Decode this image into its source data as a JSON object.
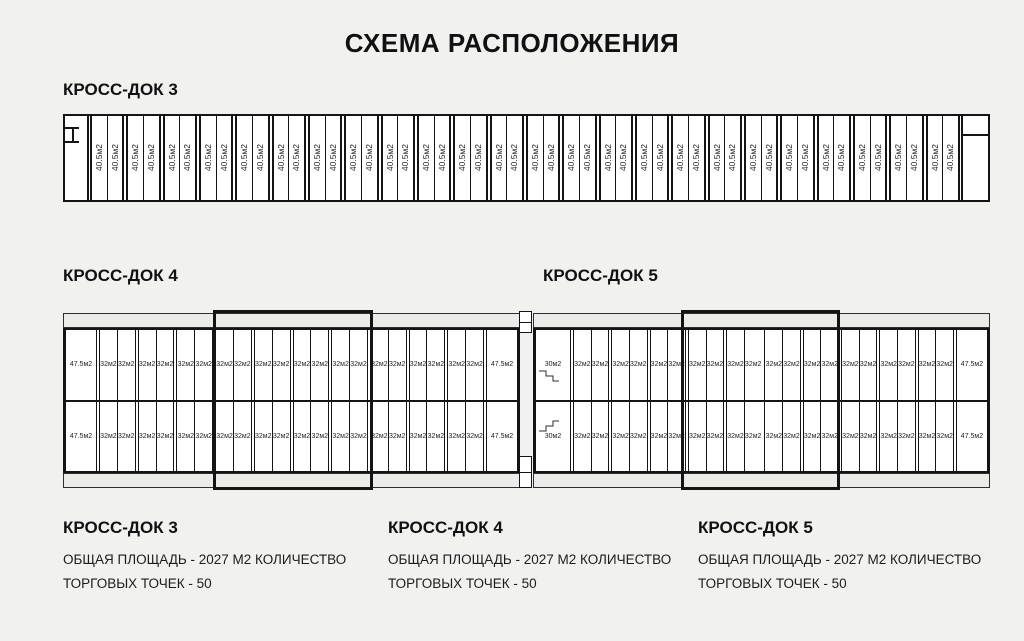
{
  "page": {
    "title": "СХЕМА РАСПОЛОЖЕНИЯ"
  },
  "sections": {
    "crossdock3": {
      "heading": "КРОСС-ДОК 3"
    },
    "crossdock4": {
      "heading": "КРОСС-ДОК 4"
    },
    "crossdock5": {
      "heading": "КРОСС-ДОК 5"
    }
  },
  "diagram": {
    "crossdock3": {
      "unit_label": "40.5м2",
      "unit_count": 48
    },
    "crossdock4": {
      "rows": 2,
      "cells": [
        "47.5м2",
        "32м2",
        "32м2",
        "32м2",
        "32м2",
        "32м2",
        "32м2",
        "32м2",
        "32м2",
        "32м2",
        "32м2",
        "32м2",
        "32м2",
        "32м2",
        "32м2",
        "32м2",
        "32м2",
        "32м2",
        "32м2",
        "32м2",
        "32м2",
        "47.5м2"
      ]
    },
    "crossdock5": {
      "rows": 2,
      "cells": [
        "30м2",
        "32м2",
        "32м2",
        "32м2",
        "32м2",
        "32м2",
        "32м2",
        "32м2",
        "32м2",
        "32м2",
        "32м2",
        "32м2",
        "32м2",
        "32м2",
        "32м2",
        "32м2",
        "32м2",
        "32м2",
        "32м2",
        "32м2",
        "32м2",
        "47.5м2"
      ]
    }
  },
  "legend": [
    {
      "title": "КРОСС-ДОК 3",
      "info": "ОБЩАЯ ПЛОЩАДЬ - 2027 М2 КОЛИЧЕСТВО ТОРГОВЫХ ТОЧЕК - 50"
    },
    {
      "title": "КРОСС-ДОК 4",
      "info": "ОБЩАЯ ПЛОЩАДЬ - 2027 М2 КОЛИЧЕСТВО ТОРГОВЫХ ТОЧЕК - 50"
    },
    {
      "title": "КРОСС-ДОК 5",
      "info": "ОБЩАЯ ПЛОЩАДЬ - 2027 М2 КОЛИЧЕСТВО ТОРГОВЫХ ТОЧЕК - 50"
    }
  ],
  "colors": {
    "background": "#f1f1ef",
    "cell_fill": "#ffffff",
    "line": "#141414",
    "band_fill": "#ebebe9",
    "text": "#161616"
  }
}
